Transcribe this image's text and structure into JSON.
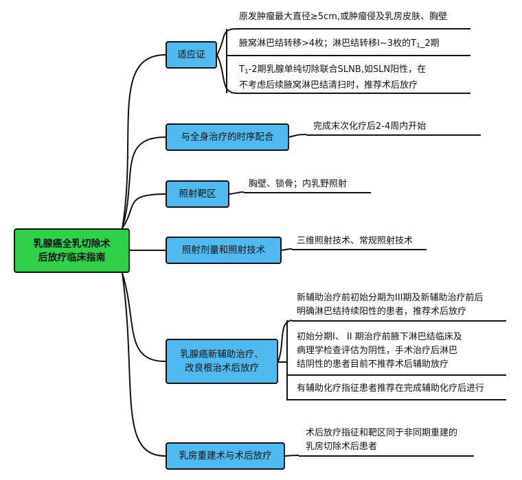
{
  "root": {
    "line1": "乳腺癌全乳切除术",
    "line2": "后放疗临床指南"
  },
  "branches": [
    {
      "label": "适应证"
    },
    {
      "label": "与全身治疗的时序配合"
    },
    {
      "label": "照射靶区"
    },
    {
      "label": "照射剂量和照射技术"
    },
    {
      "line1": "乳腺癌新辅助治疗、",
      "line2": "改良根治术后放疗"
    },
    {
      "label": "乳房重建术与术后放疗"
    }
  ],
  "leaves": {
    "indication_1": "原发肿瘤最大直径≥5cm,或肿瘤侵及乳房皮肤、胸壁",
    "indication_2": {
      "text": "腋窝淋巴结转移>4枚；淋巴结转移I~3枚的T",
      "sub": "1",
      "suffix": "_2期"
    },
    "indication_3": {
      "t": "T",
      "sub": "1",
      "line1": "-2期乳腺单纯切除联合SLNB,如SLN阳性，在",
      "line2": "不考虑后续腋窝淋巴结清扫时，推荐术后放疗"
    },
    "timing": "完成末次化疗后2-4周内开始",
    "target": "胸壁、锁骨；内乳野照射",
    "dose": "三维照射技术、常规照射技术",
    "neo_1": {
      "line1": "新辅助治疗前初始分期为III期及新辅助治疗前后",
      "line2": "明确淋巴结持续阳性的患者，推荐术后放疗"
    },
    "neo_2": {
      "line1": "初始分期I、 II 期治疗前腋下淋巴结临床及",
      "line2": "病理学检查评估为阴性，手术治疗后淋巴",
      "line3": "结阴性的患者目前不推荐术后辅助放疗"
    },
    "neo_3": "有辅助化疗指征患者推荐在完成辅助化疗后进行",
    "recon": {
      "line1": "术后放疗指征和靶区同于非同期重建的",
      "line2": "乳房切除术后患者"
    }
  }
}
